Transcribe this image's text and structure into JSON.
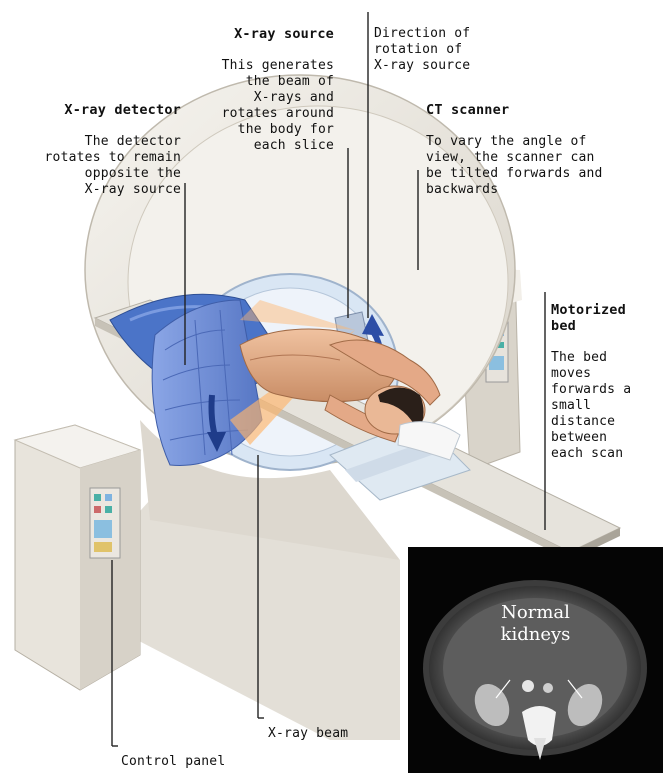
{
  "labels": {
    "xray_source": {
      "title": "X-ray source",
      "body": "This generates\nthe beam of\nX-rays and\nrotates around\nthe body for\neach slice"
    },
    "direction": {
      "body": "Direction of\nrotation of\nX-ray source"
    },
    "detector": {
      "title": "X-ray detector",
      "body": "The detector\nrotates to remain\nopposite the\nX-ray source"
    },
    "ct_scanner": {
      "title": "CT scanner",
      "body": "To vary the angle of\nview, the scanner can\nbe tilted forwards and\nbackwards"
    },
    "bed": {
      "title": "Motorized\nbed",
      "body": "The bed\nmoves\nforwards a\nsmall\ndistance\nbetween\neach scan"
    },
    "beam": {
      "body": "X-ray beam"
    },
    "control": {
      "body": "Control panel"
    }
  },
  "ct_image": {
    "caption": "Normal\nkidneys"
  },
  "colors": {
    "scanner_body": "#ece9e2",
    "scanner_shadow": "#cfcac0",
    "detector_blue": "#6f8fd6",
    "sheet_blue": "#4b74c8",
    "skin": "#e7b08c",
    "ct_background": "#050505"
  }
}
